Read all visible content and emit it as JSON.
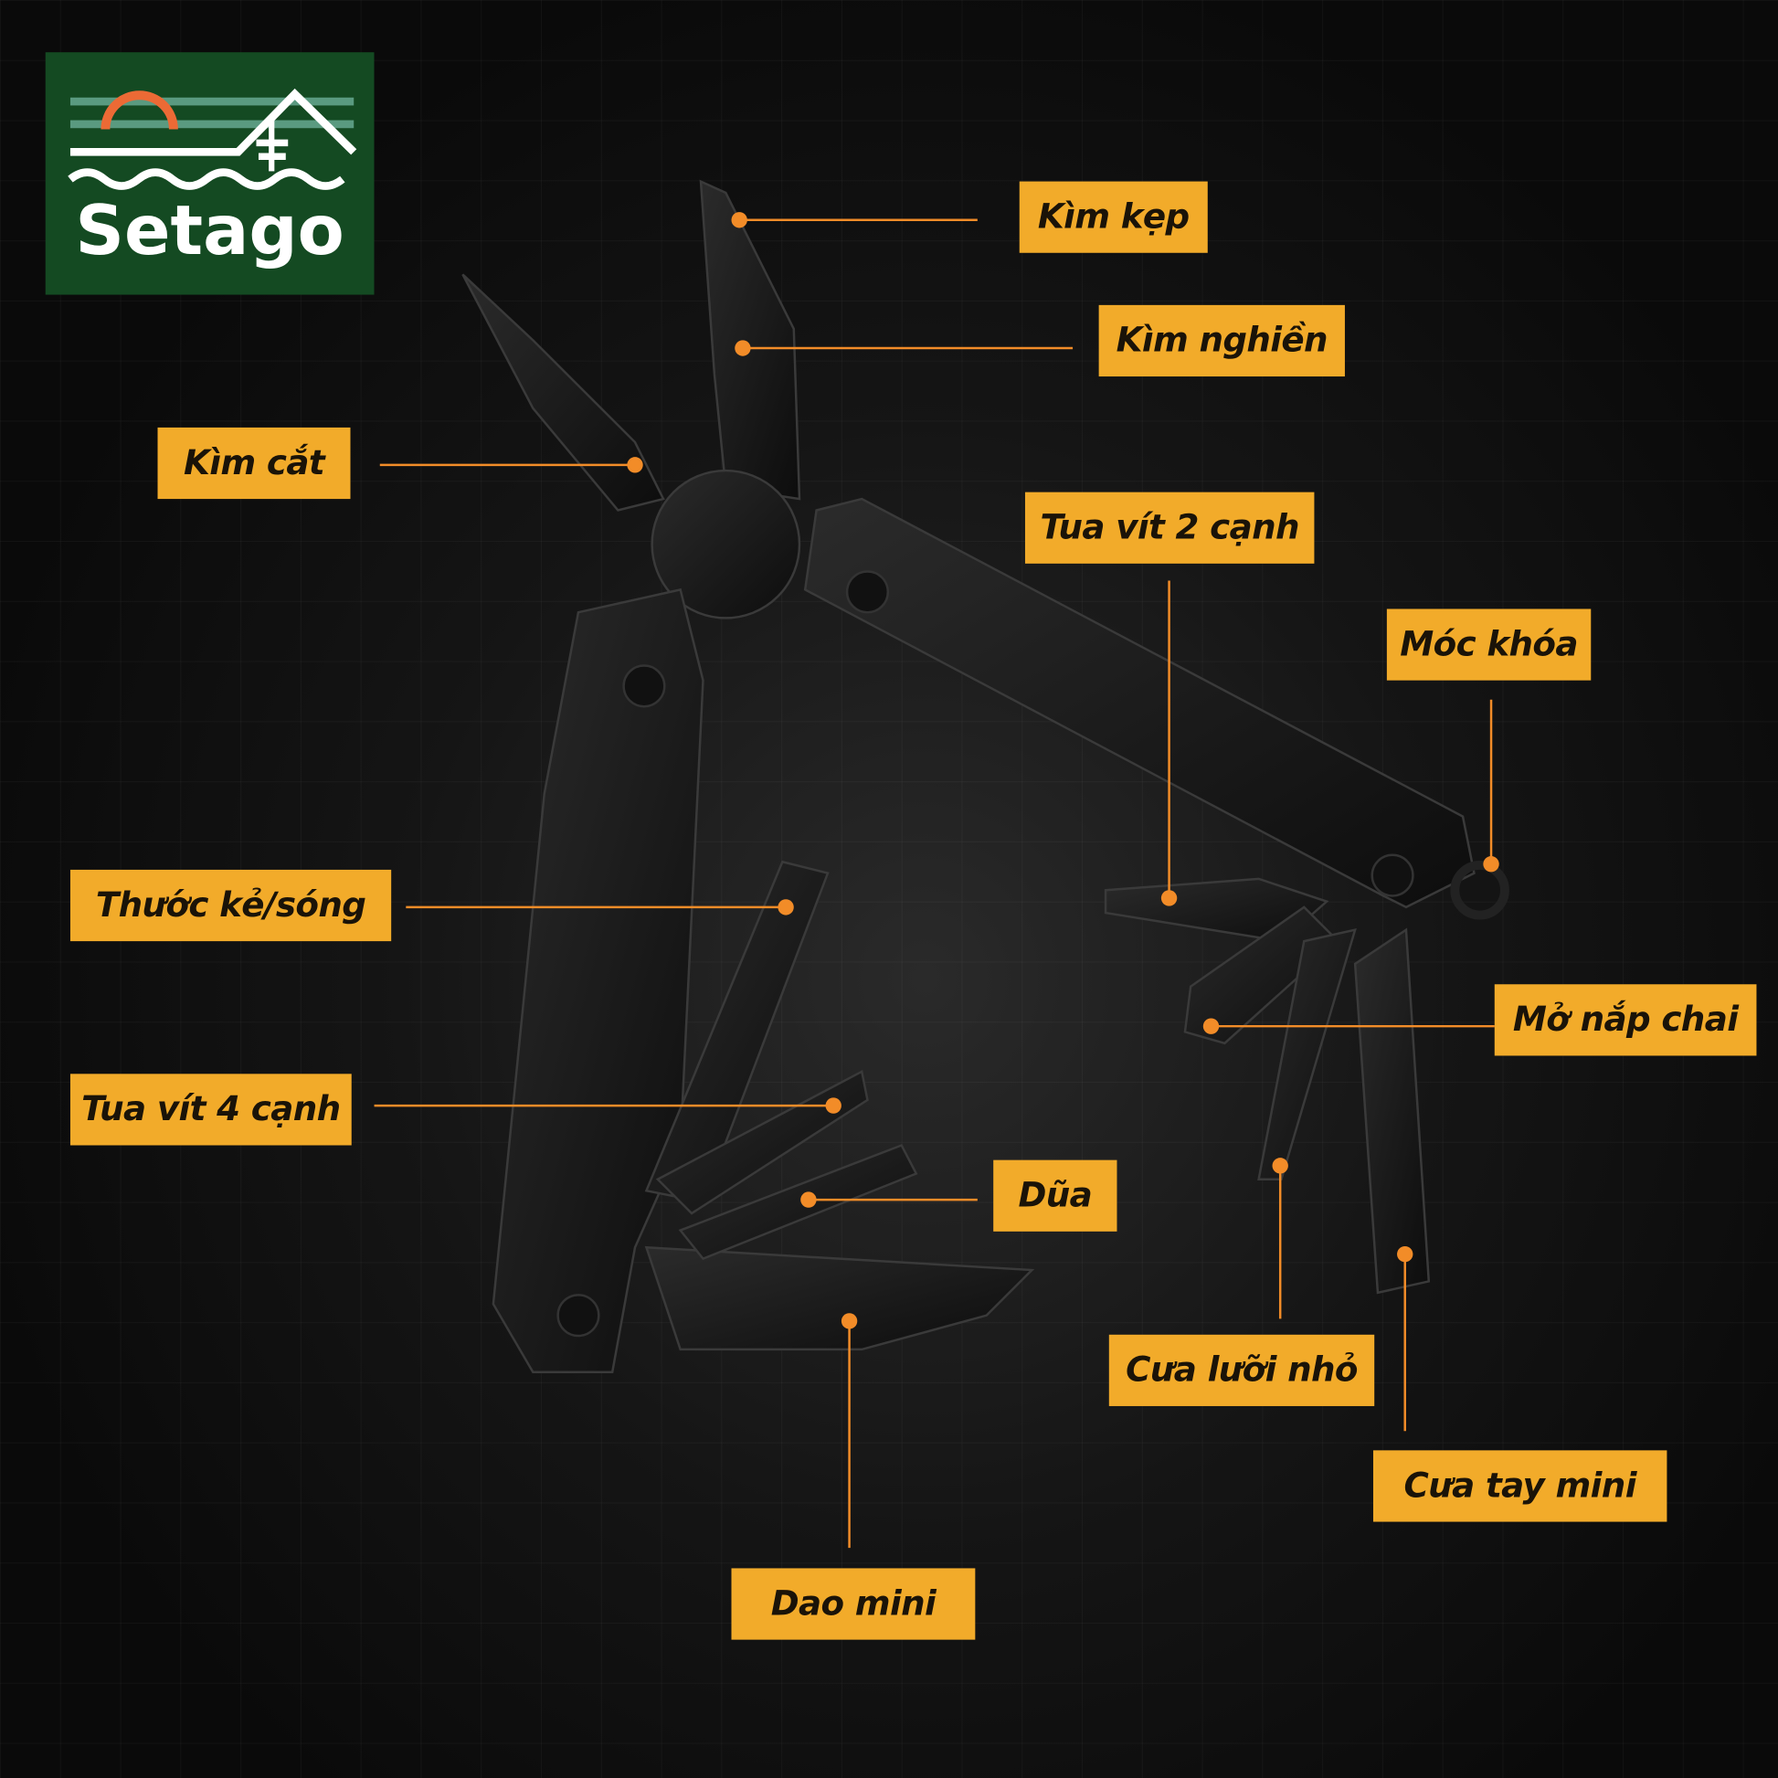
{
  "brand": {
    "name": "Setago"
  },
  "colors": {
    "label_bg": "#f2ab2a",
    "dot": "#f28c28",
    "logo_bg": "#144a22",
    "sun": "#ec6a35"
  },
  "labels": [
    {
      "id": "kim-kep",
      "text": "Kìm kẹp"
    },
    {
      "id": "kim-nghien",
      "text": "Kìm nghiền"
    },
    {
      "id": "kim-cat",
      "text": "Kìm cắt"
    },
    {
      "id": "tua-vit-2-canh",
      "text": "Tua vít 2 cạnh"
    },
    {
      "id": "moc-khoa",
      "text": "Móc khóa"
    },
    {
      "id": "thuoc-ke-song",
      "text": "Thước kẻ/sóng"
    },
    {
      "id": "mo-nap-chai",
      "text": "Mở nắp chai"
    },
    {
      "id": "tua-vit-4-canh",
      "text": "Tua vít 4 cạnh"
    },
    {
      "id": "dua",
      "text": "Dũa"
    },
    {
      "id": "cua-luoi-nho",
      "text": "Cưa lưỡi nhỏ"
    },
    {
      "id": "cua-tay-mini",
      "text": "Cưa tay mini"
    },
    {
      "id": "dao-mini",
      "text": "Dao mini"
    }
  ]
}
